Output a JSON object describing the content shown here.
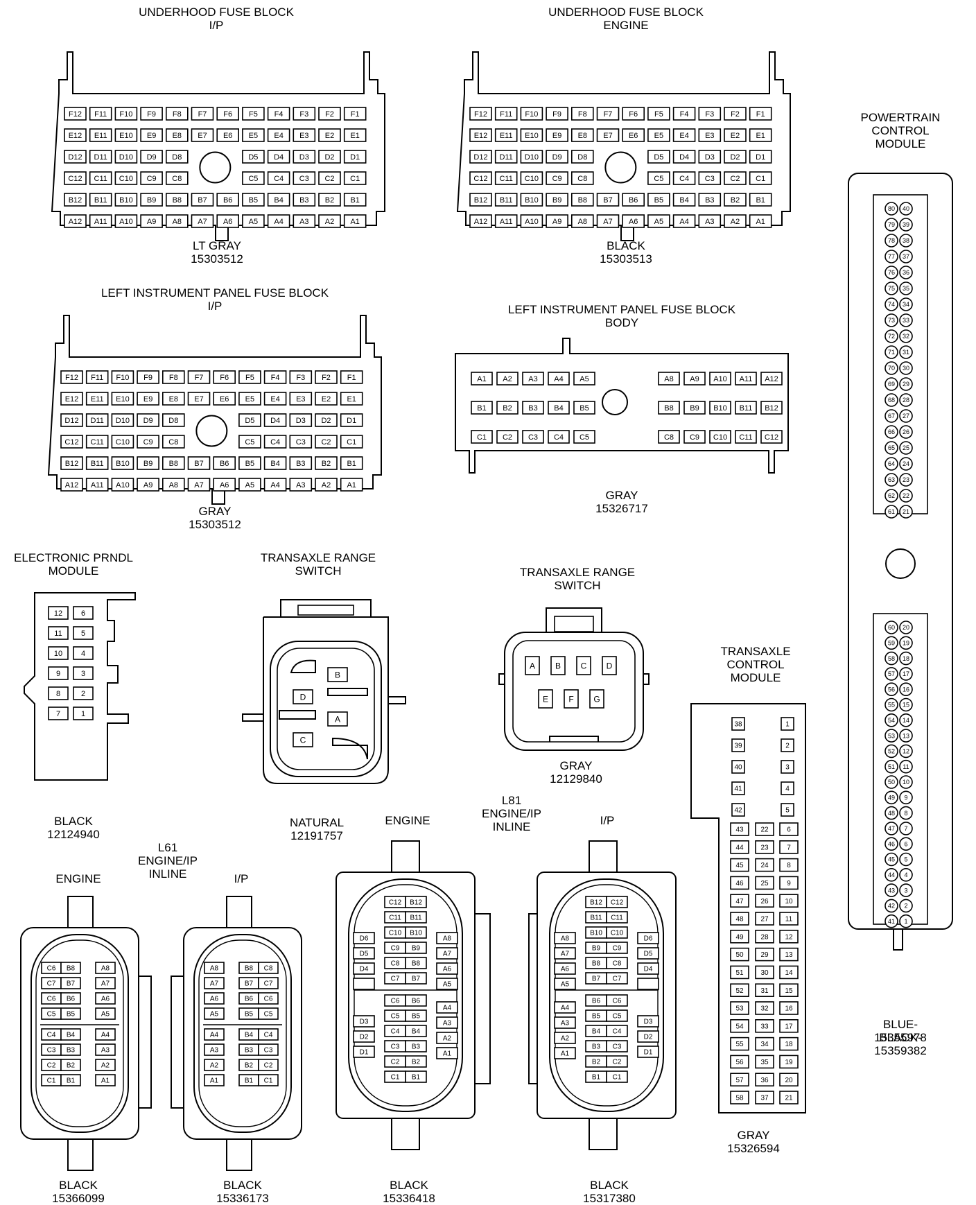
{
  "connectors": [
    {
      "id": "ufb-ip",
      "title": "UNDERHOOD FUSE BLOCK\nI/P",
      "color": "LT GRAY",
      "part": "15303512"
    },
    {
      "id": "ufb-engine",
      "title": "UNDERHOOD FUSE BLOCK\nENGINE",
      "color": "BLACK",
      "part": "15303513"
    },
    {
      "id": "lipfb-ip",
      "title": "LEFT INSTRUMENT PANEL FUSE BLOCK\nI/P",
      "color": "GRAY",
      "part": "15303512"
    },
    {
      "id": "lipfb-body",
      "title": "LEFT INSTRUMENT PANEL FUSE BLOCK\nBODY",
      "color": "GRAY",
      "part": "15326717"
    },
    {
      "id": "pcm",
      "title": "POWERTRAIN\nCONTROL\nMODULE",
      "color": "BLUE-15355978",
      "part": "BLACK-15359382"
    },
    {
      "id": "eprndl",
      "title": "ELECTRONIC PRNDL\nMODULE",
      "color": "BLACK",
      "part": "12124940"
    },
    {
      "id": "trs-natural",
      "title": "TRANSAXLE RANGE\nSWITCH",
      "color": "NATURAL",
      "part": "12191757"
    },
    {
      "id": "trs-gray",
      "title": "TRANSAXLE RANGE\nSWITCH",
      "color": "GRAY",
      "part": "12129840"
    },
    {
      "id": "tcm",
      "title": "TRANSAXLE\nCONTROL\nMODULE",
      "color": "GRAY",
      "part": "15326594"
    },
    {
      "id": "l61-engine",
      "title": "ENGINE",
      "color": "BLACK",
      "part": "15366099"
    },
    {
      "id": "l61-ip",
      "title": "I/P",
      "color": "BLACK",
      "part": "15336173"
    },
    {
      "id": "l81-engine",
      "title": "ENGINE",
      "color": "BLACK",
      "part": "15336418"
    },
    {
      "id": "l81-ip",
      "title": "I/P",
      "color": "BLACK",
      "part": "15317380"
    }
  ],
  "group_labels": {
    "l61": "L61\nENGINE/IP\nINLINE",
    "l81": "L81\nENGINE/IP\nINLINE"
  },
  "fuse_rows": [
    "F",
    "E",
    "D",
    "C",
    "B",
    "A"
  ],
  "body_rows": [
    "A",
    "B",
    "C"
  ],
  "prndl_pins": [
    [
      "12",
      "6"
    ],
    [
      "11",
      "5"
    ],
    [
      "10",
      "4"
    ],
    [
      "9",
      "3"
    ],
    [
      "8",
      "2"
    ],
    [
      "7",
      "1"
    ]
  ],
  "trs_natural_pins": [
    "B",
    "D",
    "A",
    "C"
  ],
  "trs_gray_pins": [
    "A",
    "B",
    "C",
    "D",
    "E",
    "F",
    "G"
  ],
  "inline_l61": {
    "left_col": [
      "C6",
      "C7",
      "C6",
      "C5",
      "C4",
      "C3",
      "C2",
      "C1"
    ],
    "mid_col": [
      "B8",
      "B7",
      "B6",
      "B5",
      "B4",
      "B3",
      "B2",
      "B1"
    ],
    "right_col": [
      "A8",
      "A7",
      "A6",
      "A5",
      "A4",
      "A3",
      "A2",
      "A1"
    ]
  },
  "inline_l81": {
    "top_pairs": [
      [
        "C12",
        "B12"
      ],
      [
        "C11",
        "B11"
      ],
      [
        "C10",
        "B10"
      ],
      [
        "C9",
        "B9"
      ],
      [
        "C8",
        "B8"
      ],
      [
        "C7",
        "B7"
      ],
      [
        "C6",
        "B6"
      ],
      [
        "C5",
        "B5"
      ],
      [
        "C4",
        "B4"
      ],
      [
        "C3",
        "B3"
      ],
      [
        "C2",
        "B2"
      ],
      [
        "C1",
        "B1"
      ]
    ],
    "d_col": [
      "D6",
      "D5",
      "D4",
      "",
      "D3",
      "D2",
      "D1"
    ],
    "a_col": [
      "A8",
      "A7",
      "A6",
      "A5",
      "A4",
      "A3",
      "A2",
      "A1"
    ]
  }
}
